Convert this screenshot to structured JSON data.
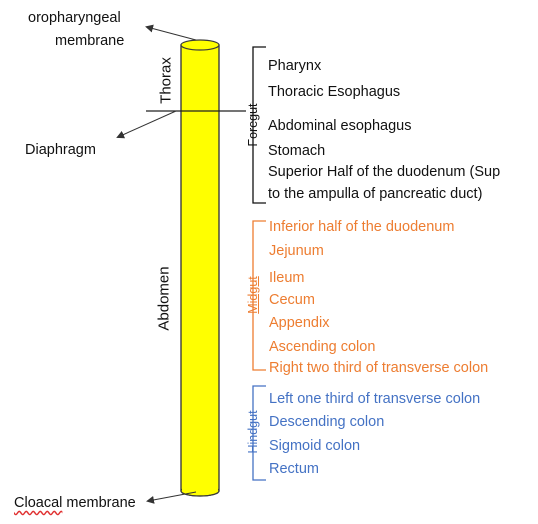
{
  "colors": {
    "tube_fill": "#ffff00",
    "tube_stroke": "#3a3a3a",
    "foregut": "#111111",
    "midgut": "#ed7d31",
    "hindgut": "#4472c4"
  },
  "labels": {
    "oropharyngeal_line1": "oropharyngeal",
    "oropharyngeal_line2": "membrane",
    "diaphragm": "Diaphragm",
    "cloacal_word1": "Cloacal",
    "cloacal_word2": " membrane",
    "thorax": "Thorax",
    "abdomen": "Abdomen"
  },
  "foregut": {
    "label": "Foregut",
    "items": [
      "Pharynx",
      "Thoracic Esophagus",
      "Abdominal esophagus",
      "Stomach",
      "Superior Half of the duodenum (Sup",
      "to the ampulla of pancreatic duct)"
    ]
  },
  "midgut": {
    "label": "Midgut",
    "items": [
      "Inferior half of the duodenum",
      "Jejunum",
      "Ileum",
      "Cecum",
      "Appendix",
      "Ascending colon",
      "Right two third of transverse colon"
    ]
  },
  "hindgut": {
    "label": "Hindgut",
    "items": [
      "Left one third of transverse colon",
      "Descending colon",
      "Sigmoid colon",
      "Rectum"
    ]
  }
}
